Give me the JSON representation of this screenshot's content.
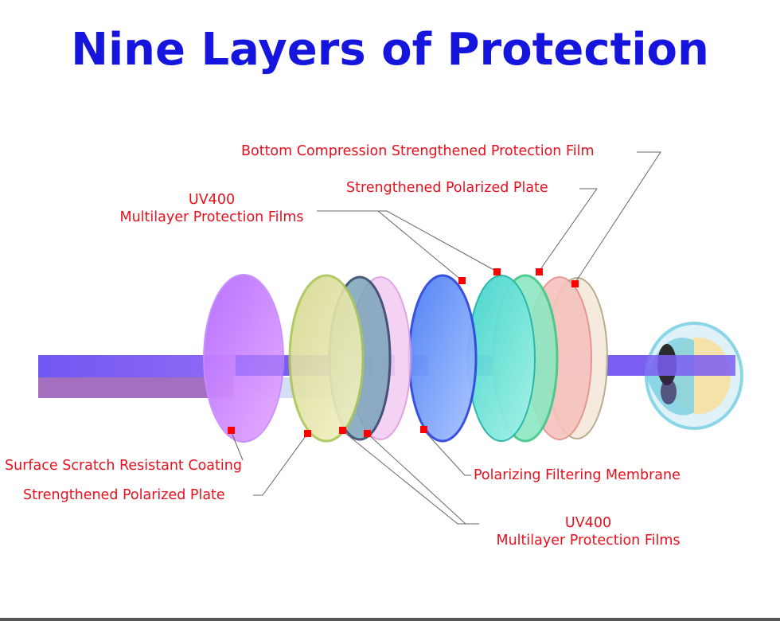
{
  "title": "Nine Layers of Protection",
  "colors": {
    "title": "#1515dd",
    "label": "#e8101c",
    "marker": "#ff0000",
    "leader": "#666666",
    "beam": "#7c5cf0"
  },
  "labels": {
    "bottom_compression": "Bottom Compression Strengthened Protection Film",
    "strengthened_plate_top": "Strengthened Polarized Plate",
    "uv400_top_line1": "UV400",
    "uv400_top_line2": "Multilayer Protection Films",
    "surface_scratch": "Surface Scratch Resistant Coating",
    "strengthened_plate_bottom": "Strengthened Polarized Plate",
    "polarizing_membrane": "Polarizing Filtering Membrane",
    "uv400_bottom_line1": "UV400",
    "uv400_bottom_line2": "Multilayer Protection Films"
  },
  "icons": {
    "eye": "eye-icon"
  }
}
